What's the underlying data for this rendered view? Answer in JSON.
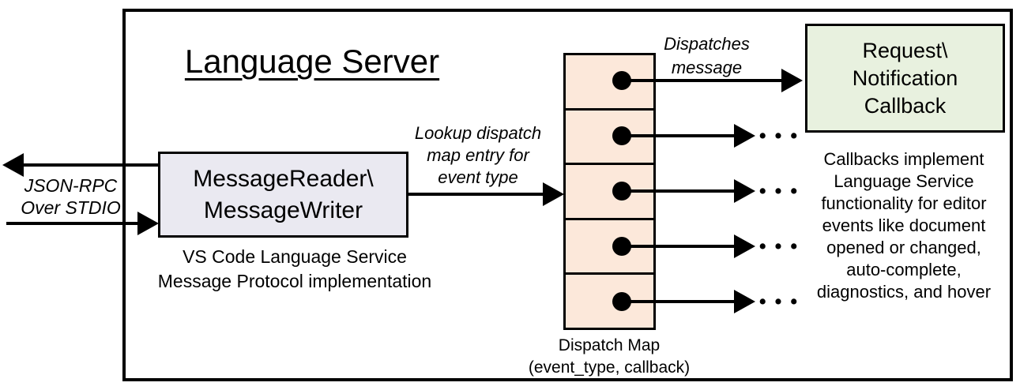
{
  "title": "Language Server",
  "stdio_label": "JSON-RPC\nOver STDIO",
  "message_box": {
    "label": "MessageReader\\\nMessageWriter",
    "caption": "VS Code Language Service\nMessage Protocol implementation"
  },
  "lookup_label": "Lookup dispatch\nmap entry for\nevent type",
  "dispatch_label": "Dispatches\nmessage",
  "dispatch_map": {
    "caption": "Dispatch Map\n(event_type, callback)",
    "entry_count": 5
  },
  "callback_box": {
    "label": "Request\\\nNotification\nCallback"
  },
  "callback_note": "Callbacks implement\nLanguage Service\nfunctionality for editor\nevents like document\nopened or changed,\nauto-complete,\ndiagnostics, and hover",
  "ellipsis": "• • •",
  "colors": {
    "stroke": "#000000",
    "message_box_fill": "#EAE9F1",
    "dispatch_map_fill": "#FCE8DA",
    "callback_box_fill": "#E8F1DF",
    "bg": "#FFFFFF"
  }
}
